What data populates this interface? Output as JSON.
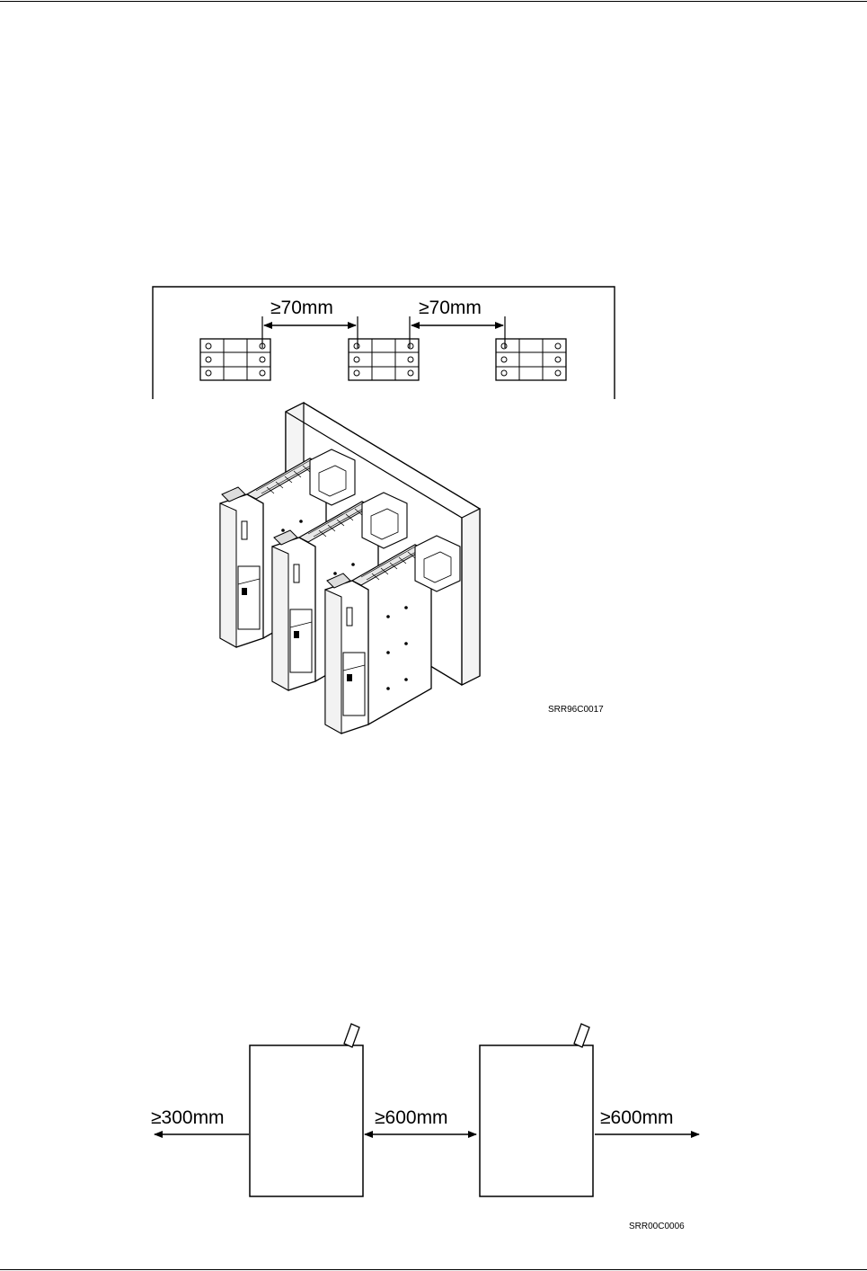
{
  "figure1": {
    "spacing_labels": [
      "≥70mm",
      "≥70mm"
    ],
    "code": "SRR96C0017"
  },
  "figure2": {
    "spacing_labels": [
      "≥300mm",
      "≥600mm",
      "≥600mm"
    ],
    "code": "SRR00C0006"
  }
}
